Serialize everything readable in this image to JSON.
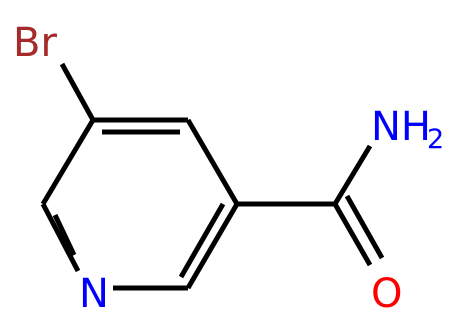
{
  "molecule": {
    "atoms": {
      "br": {
        "label": "Br",
        "color": "#a52a2a"
      },
      "n_ring": {
        "label": "N",
        "color": "#0000ff"
      },
      "n_amide": {
        "label": "NH",
        "subscript": "2",
        "color": "#0000ff"
      },
      "o": {
        "label": "O",
        "color": "#ff0000"
      }
    },
    "bond_color": "#000000"
  }
}
